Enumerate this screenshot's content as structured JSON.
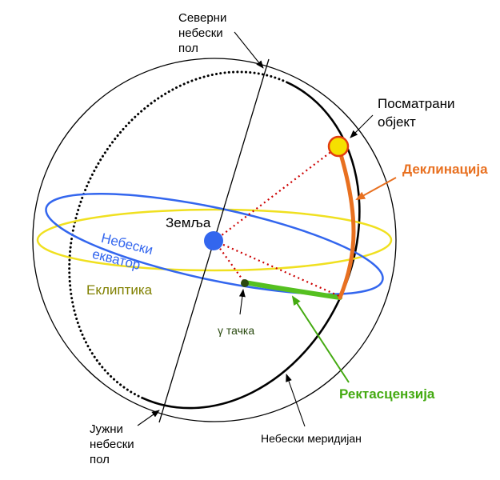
{
  "labels": {
    "north_pole": [
      "Северни",
      "небески",
      "пол"
    ],
    "south_pole": [
      "Јужни",
      "небески",
      "пол"
    ],
    "observed_object": [
      "Посматрани",
      "објект"
    ],
    "declination": "Деклинација",
    "right_ascension": "Ректасцензија",
    "earth": "Земља",
    "celestial_equator": [
      "Небески",
      "екватор"
    ],
    "ecliptic": "Еклиптика",
    "gamma_point": "γ тачка",
    "celestial_meridian": "Небески меридијан"
  },
  "colors": {
    "sphere": "#000000",
    "equator": "#3366ee",
    "ecliptic": "#f0e020",
    "ecliptic_label": "#808000",
    "declination": "#e87020",
    "right_ascension": "#55c020",
    "right_ascension_label": "#44aa11",
    "object_fill": "#f5e000",
    "object_stroke": "#e23c10",
    "earth": "#3366ee",
    "guide_lines": "#cc0000",
    "gamma_point": "#2a4a10",
    "gamma_label": "#2a4a10"
  }
}
